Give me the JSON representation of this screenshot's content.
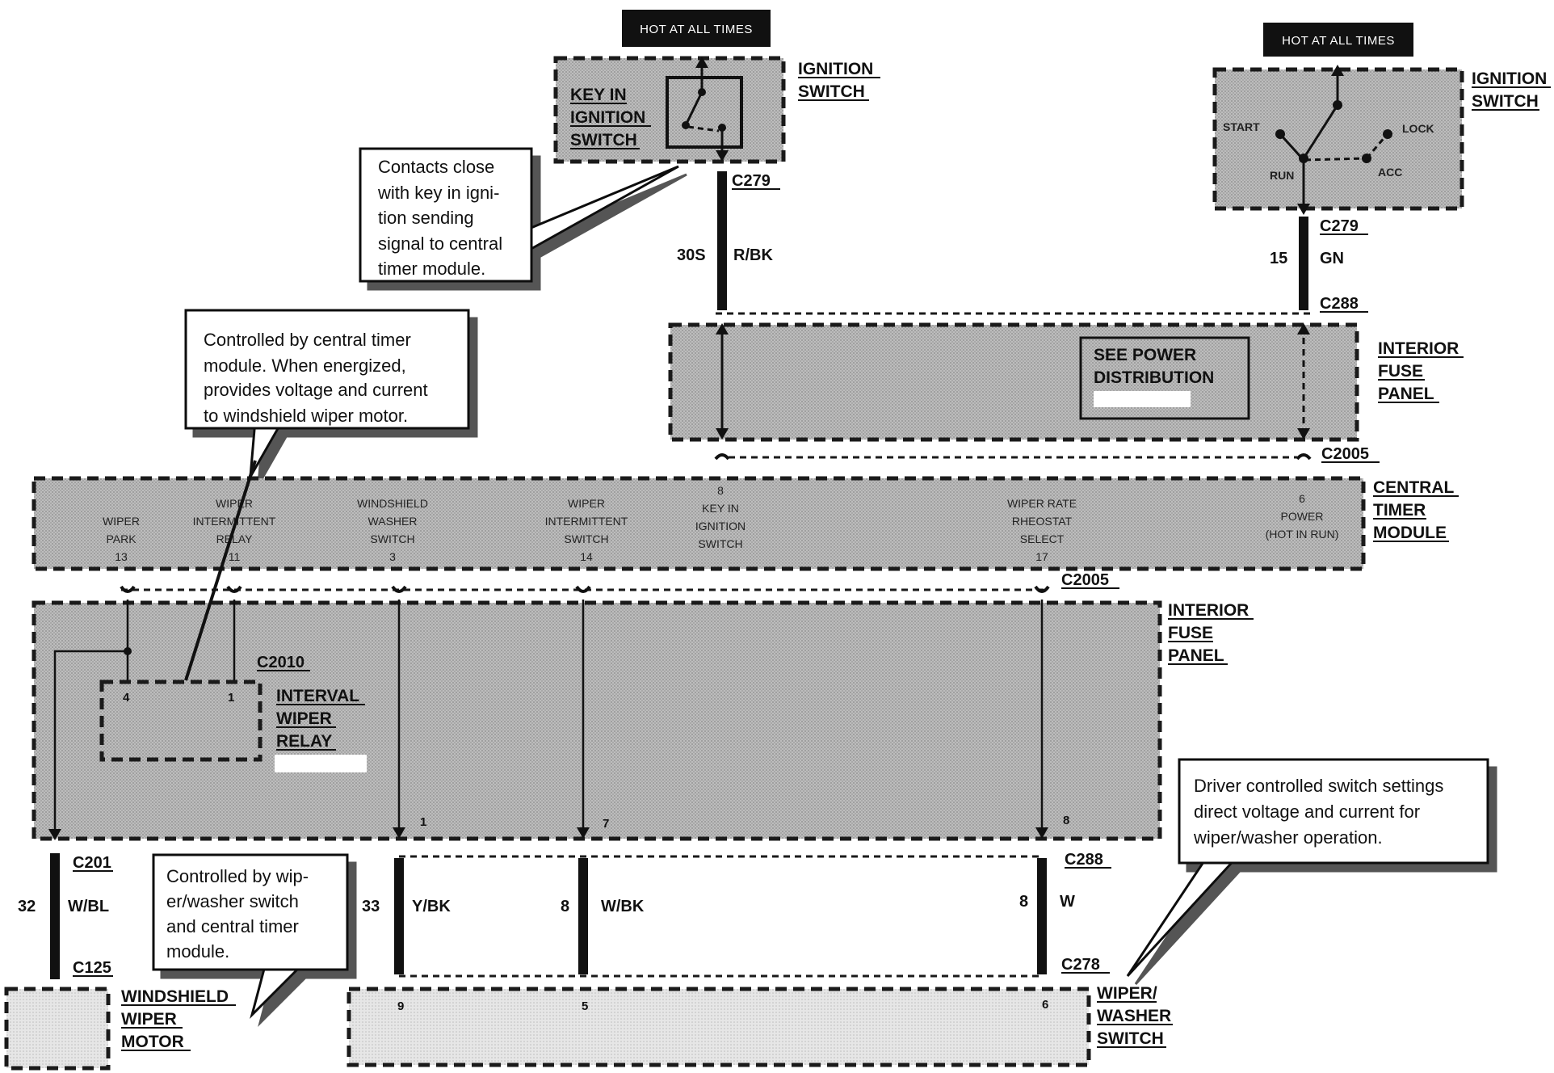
{
  "hot_labels": [
    "HOT AT ALL TIMES",
    "HOT AT ALL TIMES"
  ],
  "ignition_switch_1": {
    "title_lines": [
      "IGNITION",
      "SWITCH"
    ],
    "inner_lines": [
      "KEY IN",
      "IGNITION",
      "SWITCH"
    ]
  },
  "ignition_switch_2": {
    "title_lines": [
      "IGNITION",
      "SWITCH"
    ],
    "positions": [
      "START",
      "LOCK",
      "RUN",
      "ACC"
    ]
  },
  "callouts": {
    "contacts": [
      "Contacts close",
      "with key in igni-",
      "tion sending",
      "signal to central",
      "timer module."
    ],
    "controlled_ctm": [
      "Controlled by central timer",
      "module. When energized,",
      "provides voltage and current",
      "to windshield wiper motor."
    ],
    "controlled_wiper": [
      "Controlled by wip-",
      "er/washer switch",
      "and central timer",
      "module."
    ],
    "driver": [
      "Driver controlled switch settings",
      "direct voltage and current for",
      "wiper/washer operation."
    ]
  },
  "connectors": {
    "c279_a": "C279",
    "c279_b": "C279",
    "c288_a": "C288",
    "c2005_a": "C2005",
    "c2005_b": "C2005",
    "c2010": "C2010",
    "c201": "C201",
    "c125": "C125",
    "c288_b": "C288",
    "c278": "C278"
  },
  "wires": {
    "w1_num": "30S",
    "w1_color": "R/BK",
    "w2_num": "15",
    "w2_color": "GN",
    "w3_num": "32",
    "w3_color": "W/BL",
    "w4_num": "33",
    "w4_color": "Y/BK",
    "w5_num": "8",
    "w5_color": "W/BK",
    "w6_num": "8",
    "w6_color": "W"
  },
  "fuse_panel_top": {
    "title_lines": [
      "INTERIOR",
      "FUSE",
      "PANEL"
    ],
    "see_lines": [
      "SEE POWER",
      "DISTRIBUTION"
    ]
  },
  "ctm": {
    "title_lines": [
      "CENTRAL",
      "TIMER",
      "MODULE"
    ],
    "pins": [
      {
        "lines": [
          "WIPER",
          "PARK",
          "13"
        ]
      },
      {
        "lines": [
          "WIPER",
          "INTERMITTENT",
          "RELAY",
          "11"
        ]
      },
      {
        "lines": [
          "WINDSHIELD",
          "WASHER",
          "SWITCH",
          "3"
        ]
      },
      {
        "lines": [
          "WIPER",
          "INTERMITTENT",
          "SWITCH",
          "14"
        ]
      },
      {
        "lines": [
          "8",
          "KEY IN",
          "IGNITION",
          "SWITCH"
        ]
      },
      {
        "lines": [
          "WIPER RATE",
          "RHEOSTAT",
          "SELECT",
          "17"
        ]
      },
      {
        "lines": [
          "6",
          "POWER",
          "(HOT IN RUN)"
        ]
      }
    ]
  },
  "fuse_panel_mid": {
    "title_lines": [
      "INTERIOR",
      "FUSE",
      "PANEL"
    ]
  },
  "relay": {
    "title_lines": [
      "INTERVAL",
      "WIPER",
      "RELAY"
    ],
    "pin_left": "4",
    "pin_right": "1"
  },
  "panel_pins": {
    "p1": "1",
    "p7": "7",
    "p8": "8"
  },
  "motor": {
    "title_lines": [
      "WINDSHIELD",
      "WIPER",
      "MOTOR"
    ]
  },
  "washer_switch": {
    "title_lines": [
      "WIPER/",
      "WASHER",
      "SWITCH"
    ],
    "pins": {
      "p9": "9",
      "p5": "5",
      "p6": "6"
    }
  }
}
